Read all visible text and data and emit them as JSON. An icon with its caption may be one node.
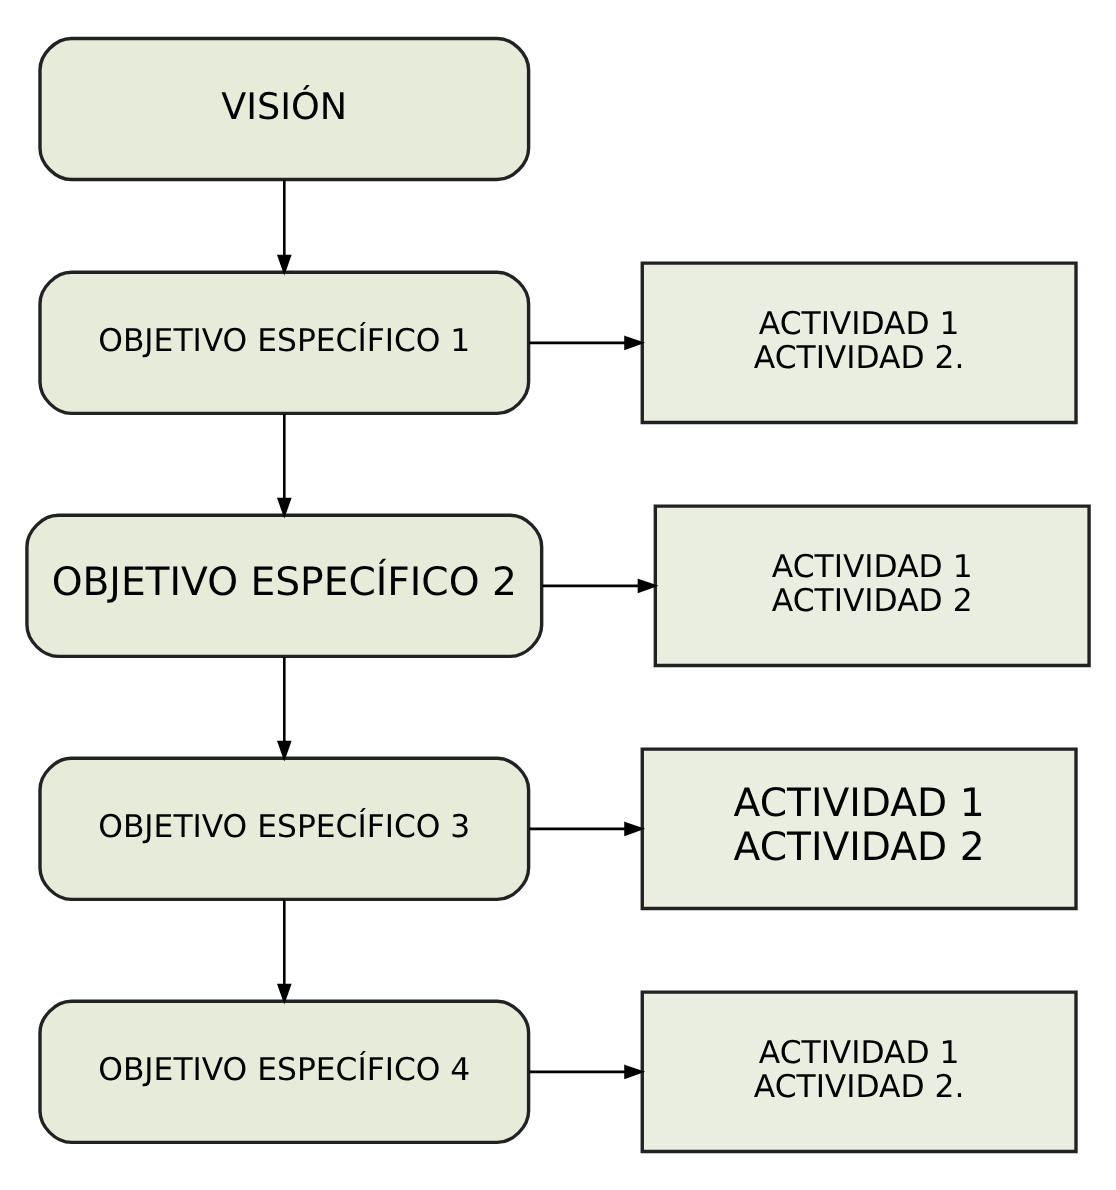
{
  "diagram": {
    "nodes": [
      {
        "text": [
          "VISIÓN"
        ]
      },
      {
        "text": [
          "OBJETIVO ESPECÍFICO 1"
        ]
      },
      {
        "text": [
          "ACTIVIDAD 1",
          "ACTIVIDAD 2."
        ]
      },
      {
        "text": [
          "OBJETIVO ESPECÍFICO 2"
        ]
      },
      {
        "text": [
          "ACTIVIDAD 1",
          "ACTIVIDAD 2"
        ]
      },
      {
        "text": [
          "OBJETIVO ESPECÍFICO 3"
        ]
      },
      {
        "text": [
          "ACTIVIDAD 1",
          "ACTIVIDAD 2"
        ]
      },
      {
        "text": [
          "OBJETIVO ESPECÍFICO 4"
        ]
      },
      {
        "text": [
          "ACTIVIDAD 1",
          "ACTIVIDAD 2."
        ]
      }
    ],
    "edges": [
      {
        "from": 0,
        "to": 1,
        "arrow": "to"
      },
      {
        "from": 1,
        "to": 2,
        "arrow": "to"
      },
      {
        "from": 1,
        "to": 3,
        "arrow": "to"
      },
      {
        "from": 3,
        "to": 4,
        "arrow": "to"
      },
      {
        "from": 3,
        "to": 5,
        "arrow": "to"
      },
      {
        "from": 5,
        "to": 6,
        "arrow": "to"
      },
      {
        "from": 5,
        "to": 7,
        "arrow": "to"
      },
      {
        "from": 7,
        "to": 8,
        "arrow": "to"
      }
    ]
  }
}
